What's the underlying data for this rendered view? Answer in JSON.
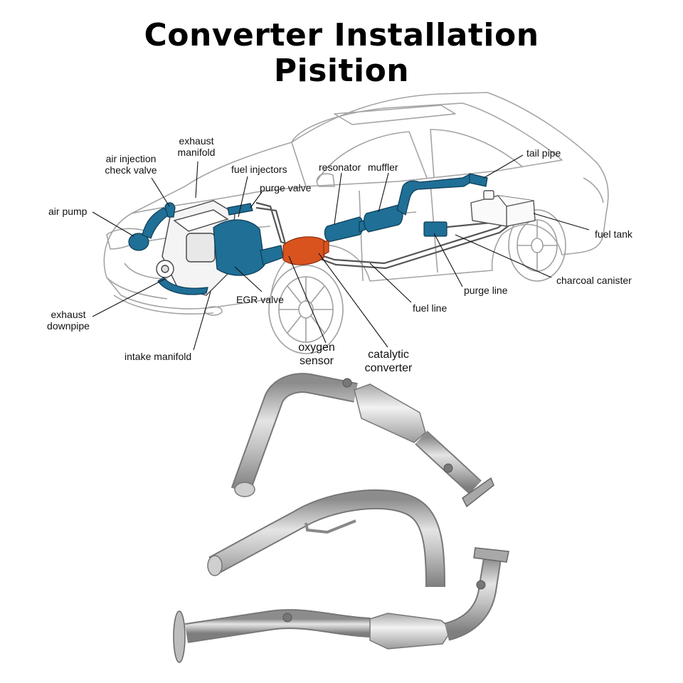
{
  "title": {
    "line1": "Converter Installation",
    "line2": "Pisition"
  },
  "labels": {
    "exhaust_manifold": [
      "exhaust",
      "manifold"
    ],
    "air_injection_check_valve": [
      "air injection",
      "check valve"
    ],
    "fuel_injectors": "fuel injectors",
    "resonator": "resonator",
    "muffler": "muffler",
    "tail_pipe": "tail pipe",
    "purge_valve": "purge valve",
    "air_pump": "air pump",
    "fuel_tank": "fuel tank",
    "charcoal_canister": "charcoal canister",
    "purge_line": "purge line",
    "fuel_line": "fuel line",
    "egr_valve": "EGR valve",
    "exhaust_downpipe": [
      "exhaust",
      "downpipe"
    ],
    "intake_manifold": "intake manifold",
    "oxygen_sensor": [
      "oxygen",
      "sensor"
    ],
    "catalytic_converter": [
      "catalytic",
      "converter"
    ]
  },
  "colors": {
    "exhaust_system": "#1f6f96",
    "catalytic_converter": "#d9531e",
    "car_outline": "#9a9a9a",
    "pipe_metal": "#b9b9b9",
    "converter_shell": "#d6d6d6"
  }
}
